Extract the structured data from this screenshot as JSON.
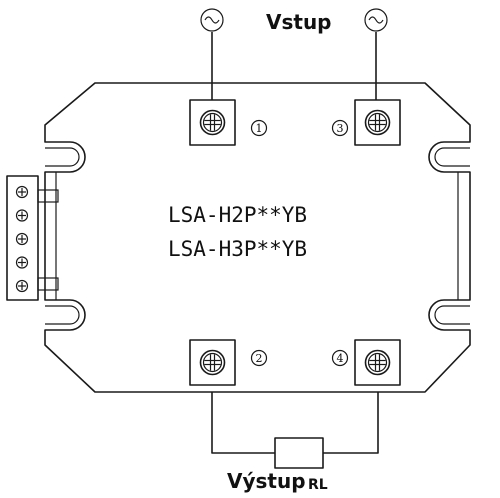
{
  "input_label": "Vstup",
  "output_label": "Výstup",
  "load_label": "RL",
  "model_lines": [
    "LSA-H2P**YB",
    "LSA-H3P**YB"
  ],
  "terminals": [
    {
      "id": "t1",
      "number": "1"
    },
    {
      "id": "t3",
      "number": "3"
    },
    {
      "id": "t2",
      "number": "2"
    },
    {
      "id": "t4",
      "number": "4"
    }
  ],
  "ac_symbol": "~",
  "control_pins": 5,
  "colors": {
    "line": "#1a1a1a",
    "background": "#ffffff"
  }
}
